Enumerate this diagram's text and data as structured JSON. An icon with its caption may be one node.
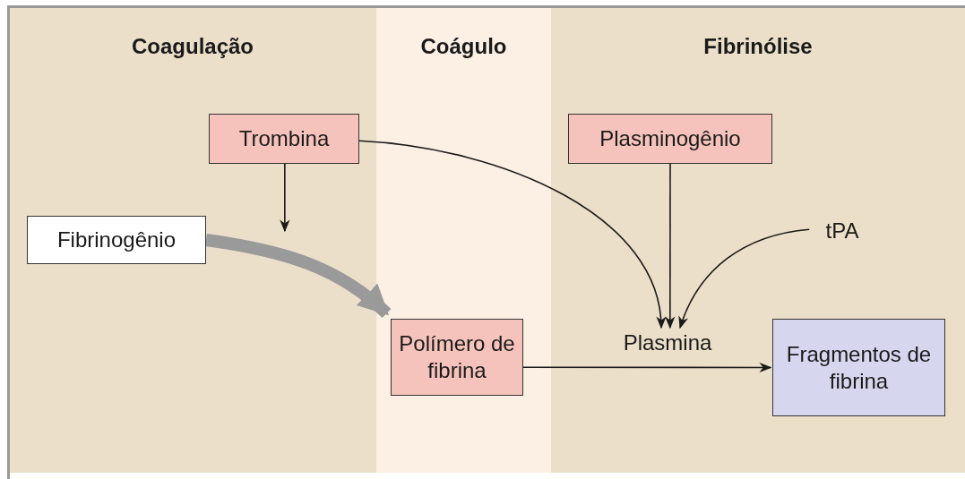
{
  "diagram": {
    "nodes": [
      {
        "text": [
          "Coagulação"
        ]
      },
      {
        "text": [
          "Coágulo"
        ]
      },
      {
        "text": [
          "Fibrinólise"
        ]
      },
      {
        "text": [
          "Trombina"
        ],
        "in": 0
      },
      {
        "text": [
          "Fibrinogênio"
        ],
        "in": 0
      },
      {
        "text": [
          "Polímero de fibrina"
        ],
        "in": 1
      },
      {
        "text": [
          "Plasminogênio"
        ],
        "in": 2
      },
      {
        "text": [
          "tPA"
        ],
        "in": 2
      },
      {
        "text": [
          "Plasmina"
        ],
        "in": 2
      },
      {
        "text": [
          "Fragmentos de fibrina"
        ],
        "in": 2
      }
    ],
    "edges": [
      {
        "from": 3,
        "to": null,
        "arrow": "to"
      },
      {
        "from": 3,
        "to": 8,
        "arrow": "to"
      },
      {
        "from": 4,
        "to": 5,
        "arrow": "to",
        "style": "thick",
        "color": "#9a9a9a"
      },
      {
        "from": 6,
        "to": 8,
        "arrow": "to"
      },
      {
        "from": 7,
        "to": 8,
        "arrow": "to"
      },
      {
        "from": 5,
        "to": 9,
        "arrow": "to"
      }
    ]
  }
}
